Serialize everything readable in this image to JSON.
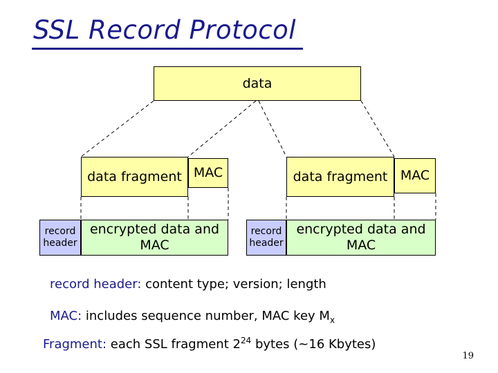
{
  "title": "SSL Record Protocol",
  "top_box": "data",
  "left": {
    "fragment": "data fragment",
    "mac": "MAC",
    "header": "record header",
    "encrypted": "encrypted data and MAC"
  },
  "right": {
    "fragment": "data fragment",
    "mac": "MAC",
    "header": "record header",
    "encrypted": "encrypted data and MAC"
  },
  "notes": {
    "n1_key": "record header:",
    "n1_text": " content type; version; length",
    "n2_key": "MAC:",
    "n2_text": " includes sequence number, MAC key M",
    "n2_sub": "x",
    "n3_key": "Fragment:",
    "n3_text_a": " each SSL fragment 2",
    "n3_sup": "24",
    "n3_text_b": " bytes (~16 Kbytes)"
  },
  "page_number": "19",
  "colors": {
    "title": "#1a1a8c",
    "yellow": "#ffffa8",
    "green": "#d9ffc9",
    "blue": "#c8ccff"
  }
}
